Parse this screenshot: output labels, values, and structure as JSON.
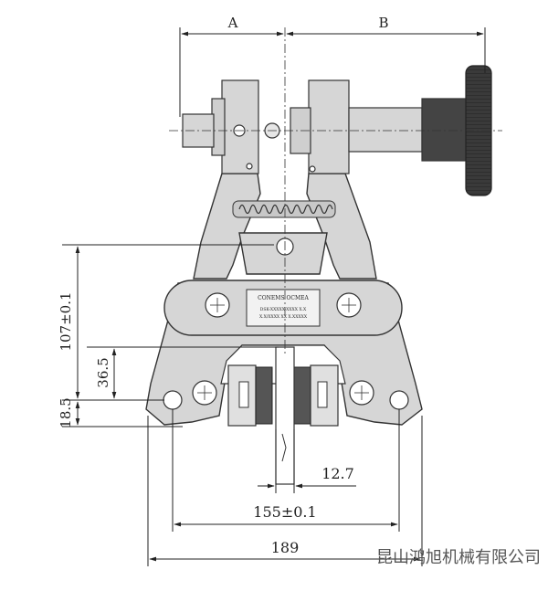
{
  "dimensions": {
    "a_label": "A",
    "b_label": "B",
    "dim_107": "107±0.1",
    "dim_36_5": "36.5",
    "dim_18_5": "18.5",
    "dim_12_7": "12.7",
    "dim_155": "155±0.1",
    "dim_189": "189"
  },
  "nameplate": {
    "line1": "CONEMS OCMEA",
    "line2": "DSK-XXXXX-XXXX X.X",
    "line3": "X.X/XXXX XX X.XXXXX"
  },
  "watermark": "昆山鸿旭机械有限公司",
  "colors": {
    "body_fill": "#d6d6d6",
    "body_stroke": "#333333",
    "pad_fill": "#555555",
    "knob_fill": "#3a3a3a",
    "dim_line": "#222222"
  }
}
